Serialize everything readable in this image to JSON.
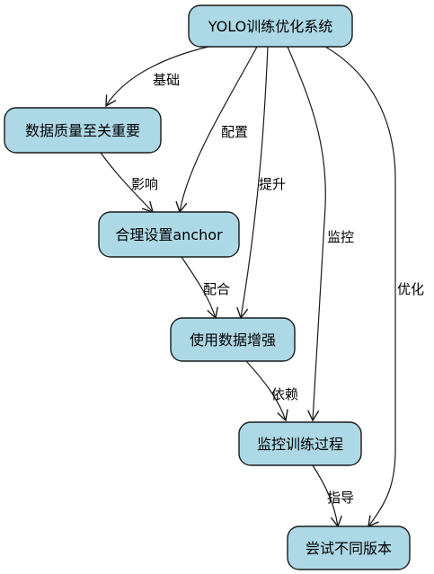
{
  "nodes": {
    "root": "YOLO训练优化系统",
    "data_quality": "数据质量至关重要",
    "anchor": "合理设置anchor",
    "augment": "使用数据增强",
    "monitor": "监控训练过程",
    "versions": "尝试不同版本"
  },
  "edges": {
    "root_to_data_quality": "基础",
    "root_to_anchor": "配置",
    "root_to_augment": "提升",
    "root_to_monitor": "监控",
    "root_to_versions": "优化",
    "data_quality_to_anchor": "影响",
    "anchor_to_augment": "配合",
    "augment_to_monitor": "依赖",
    "monitor_to_versions": "指导"
  }
}
